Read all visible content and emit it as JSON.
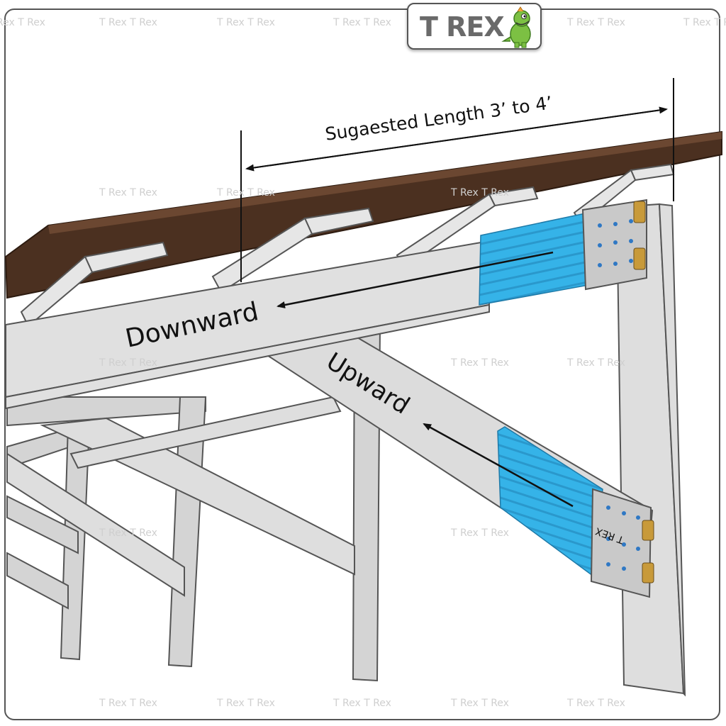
{
  "brand": {
    "logo_text": "T REX",
    "watermark": "T Rex T Rex"
  },
  "labels": {
    "length": "Sugaested Length 3’ to 4’",
    "downward": "Downward",
    "upward": "Upward",
    "plate_mark": "T REX"
  },
  "colors": {
    "roof": "#4b3020",
    "wood": "#d8d8d8",
    "wood_edge": "#555555",
    "bracket": "#35b3e8",
    "plate": "#c9c9c9",
    "arrow": "#111111"
  }
}
